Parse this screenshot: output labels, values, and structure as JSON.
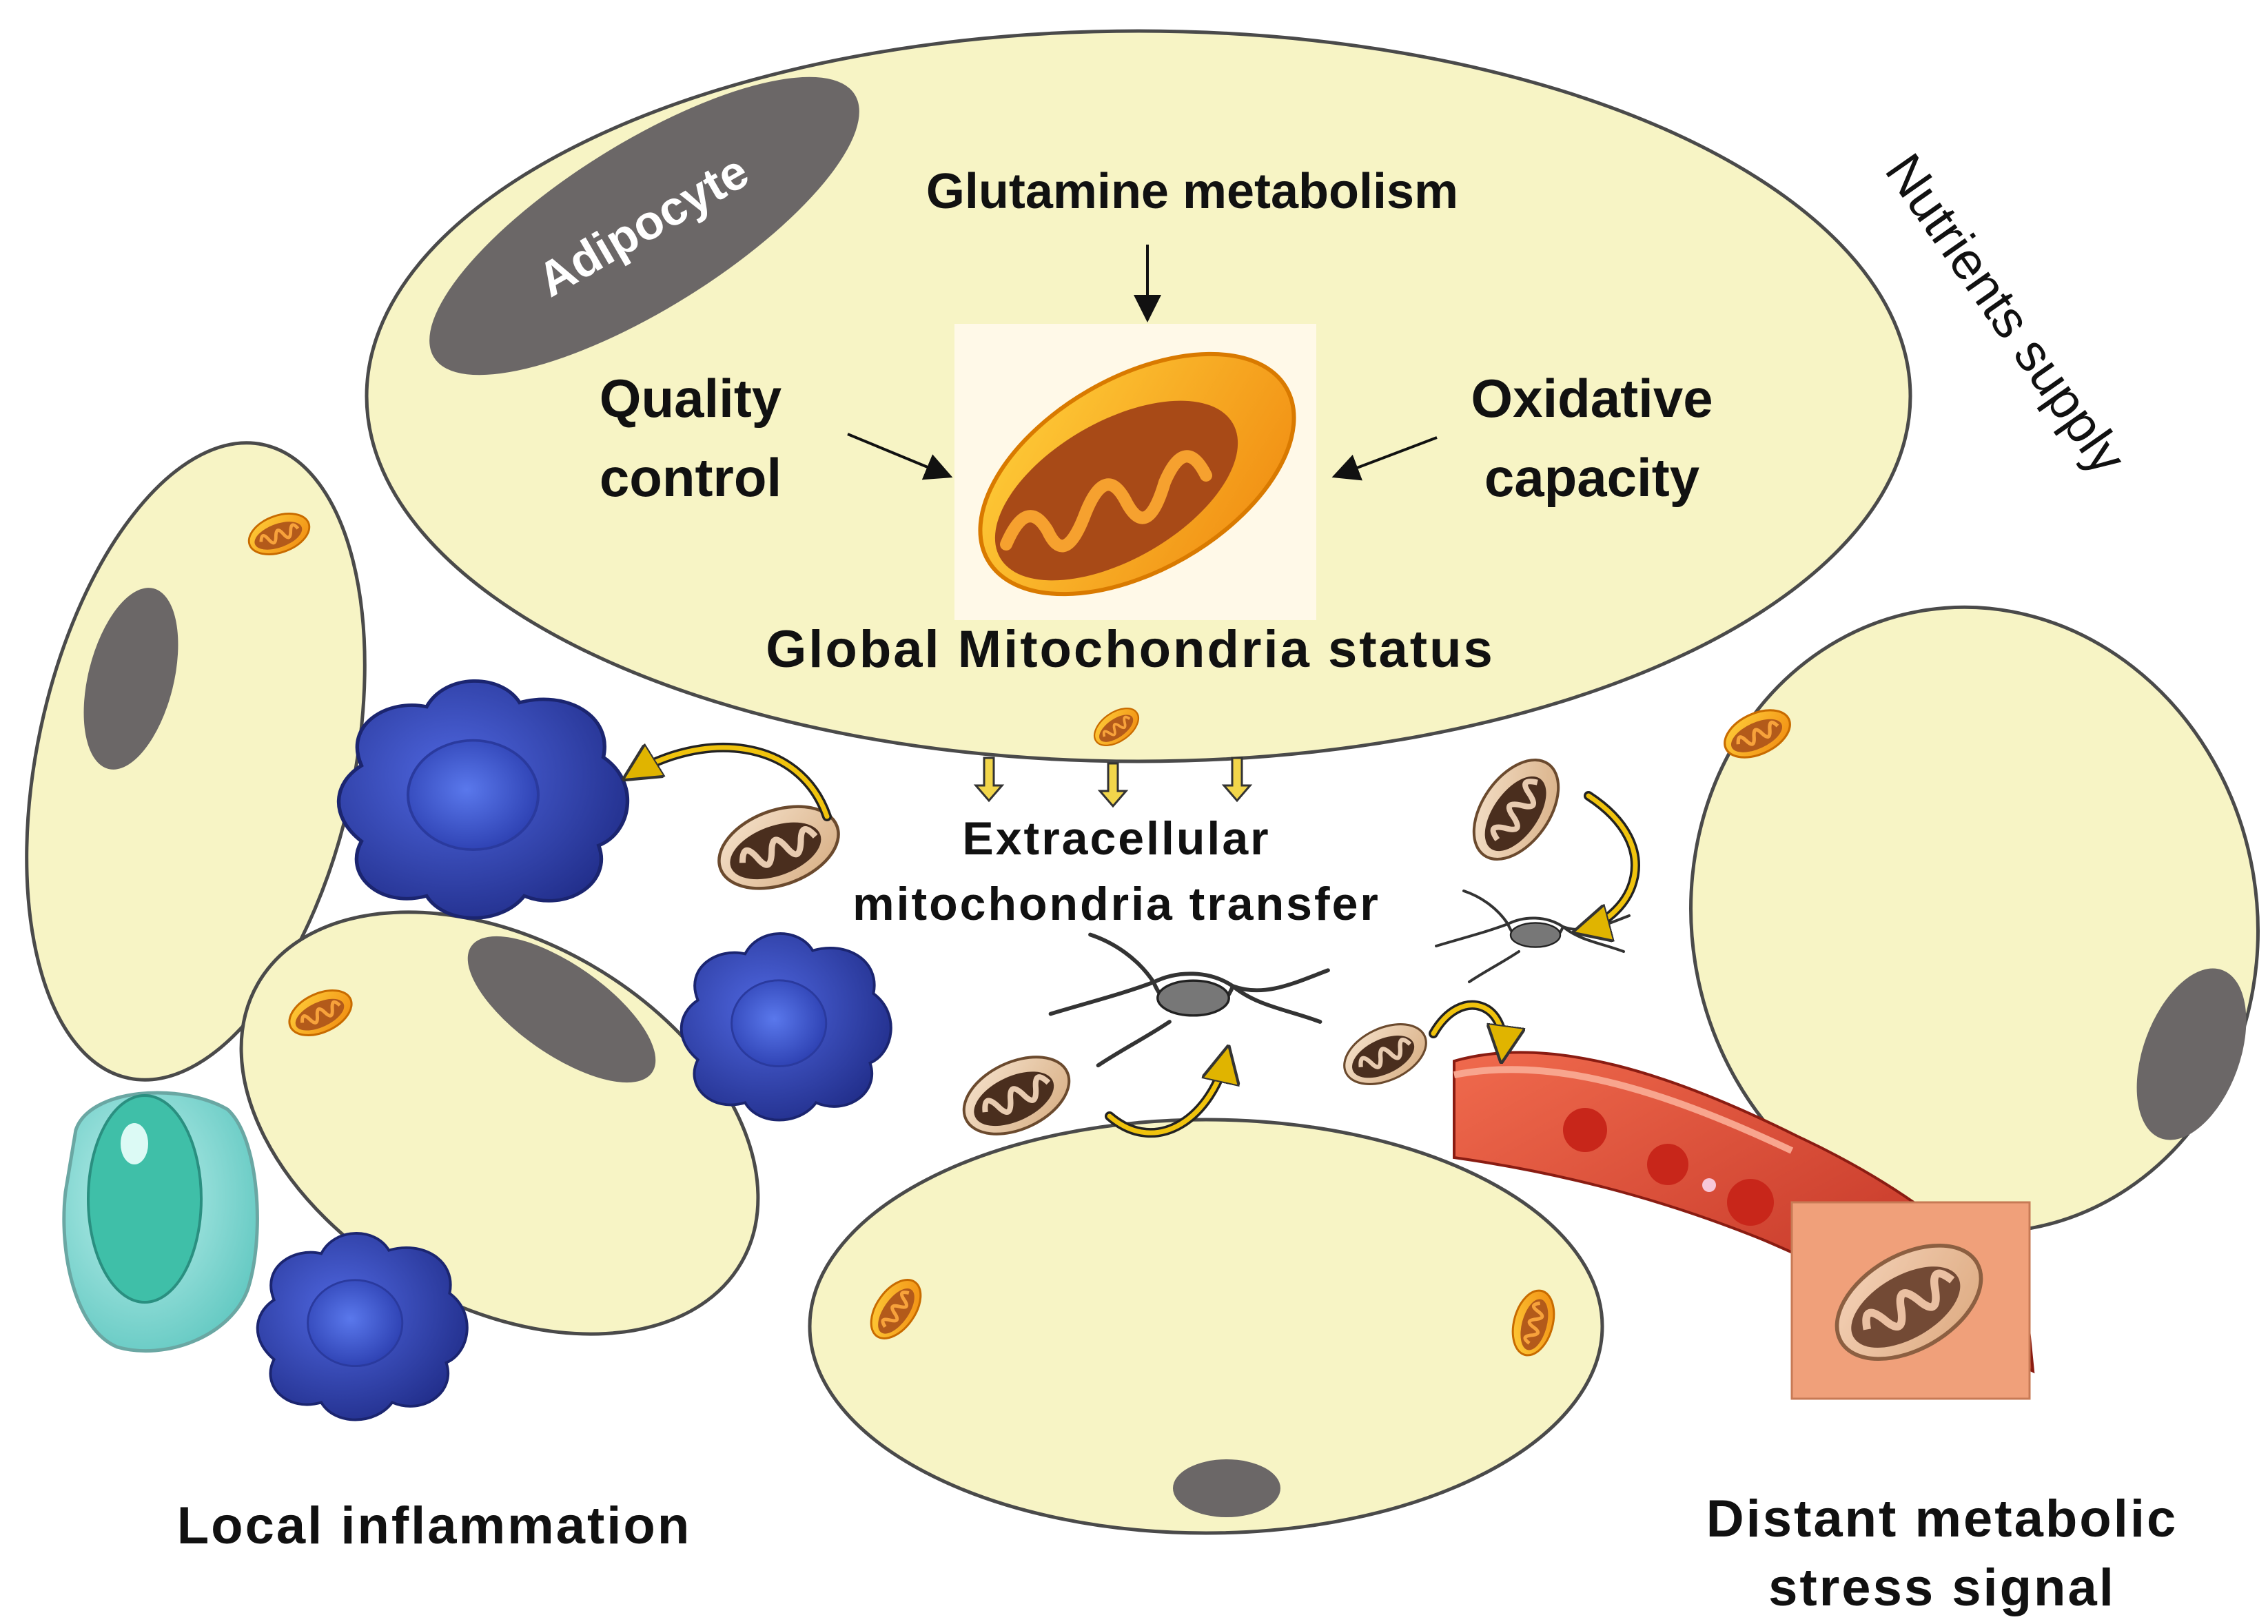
{
  "labels": {
    "adipocyte": "Adipocyte",
    "glutamine": "Glutamine metabolism",
    "quality_1": "Quality",
    "quality_2": "control",
    "oxidative_1": "Oxidative",
    "oxidative_2": "capacity",
    "global_status": "Global Mitochondria status",
    "nutrients": "Nutrients supply",
    "extracellular_1": "Extracellular",
    "extracellular_2": "mitochondria transfer",
    "local_inflammation": "Local inflammation",
    "distant_1": "Distant metabolic",
    "distant_2": "stress signal"
  },
  "colors": {
    "cell_fill": "#f7f4c5",
    "cell_stroke": "#4a4a4a",
    "nucleus": "#6b6767",
    "macrophage": "#2f3fa8",
    "mito_orange": "#f19a1e",
    "mito_beige": "#e8c9a6",
    "vessel_red": "#d9402e",
    "arrow_yellow": "#f2d64b"
  }
}
